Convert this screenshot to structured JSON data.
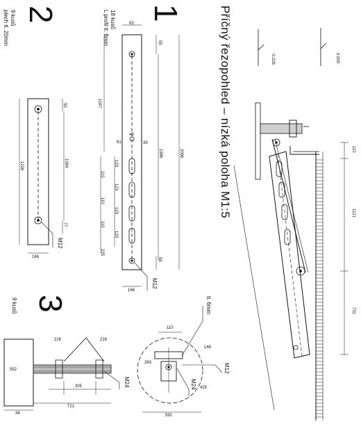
{
  "title": "Příčný řezopohled – nízká poloha M1:5",
  "levels": {
    "lower": "-0.226",
    "upper": "0.000"
  },
  "part1": {
    "number": "1",
    "qty": "18 kusů",
    "material": "L profil tl. 8mm",
    "dims": {
      "width": "83",
      "top": "55",
      "total": "1047",
      "d61": "61",
      "d43": "43",
      "d39": "39",
      "d1986": "1986",
      "d2096": "2096",
      "d110a": "110",
      "d110b": "110",
      "d110c": "110",
      "d225": "225",
      "bottom": "55",
      "base": "166",
      "slot1": "123",
      "slot2": "123",
      "slot3": "123",
      "slot4": "123"
    },
    "bolt": "M12"
  },
  "part2": {
    "number": "2",
    "qty": "9 kusů",
    "material": "plech tl. 20mm",
    "dims": {
      "top": "55",
      "total": "1226",
      "inner": "1094",
      "bottom": "77",
      "width": "166"
    },
    "bolt": "M12"
  },
  "part3": {
    "number": "3",
    "qty": "9 kusů",
    "dims": {
      "a216": "216",
      "b216": "216",
      "height": "552",
      "inner": "305",
      "total": "721",
      "bottom": "44"
    },
    "bolt": "M24"
  },
  "detail": {
    "plate": "tl. 6mm",
    "d110": "110",
    "d148": "148",
    "d263": "263",
    "d425": "425",
    "d592": "592",
    "bolt_large": "M24",
    "bolt_small": "M12"
  },
  "section": {
    "d110": "110",
    "d1121": "1121",
    "d731": "731"
  }
}
